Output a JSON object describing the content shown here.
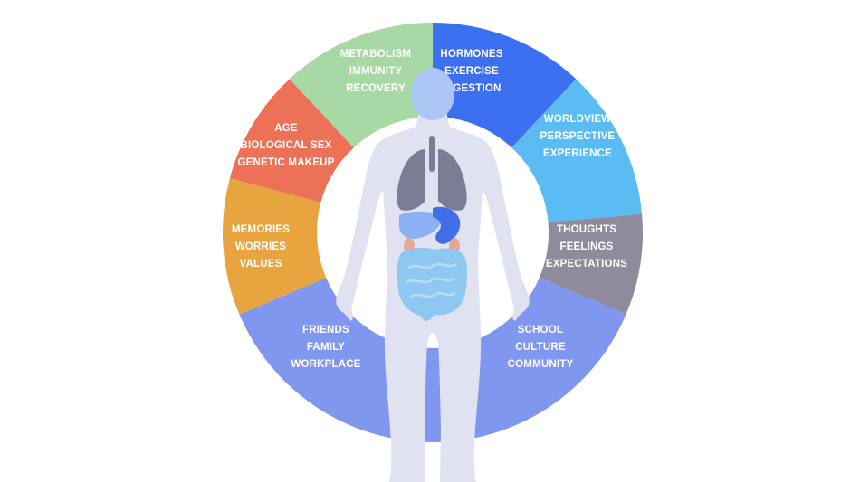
{
  "wheel": {
    "segments": [
      {
        "id": "metabolism",
        "lines": [
          "METABOLISM",
          "IMMUNITY",
          "RECOVERY"
        ],
        "color": "#a8d8a4"
      },
      {
        "id": "hormones",
        "lines": [
          "HORMONES",
          "EXERCISE",
          "DIGESTION"
        ],
        "color": "#3d6ff1"
      },
      {
        "id": "worldview",
        "lines": [
          "WORLDVIEW",
          "PERSPECTIVE",
          "EXPERIENCE"
        ],
        "color": "#5bbcf4"
      },
      {
        "id": "thoughts",
        "lines": [
          "THOUGHTS",
          "FEELINGS",
          "EXPECTATIONS"
        ],
        "color": "#8e8c9c"
      },
      {
        "id": "school",
        "lines": [
          "SCHOOL",
          "CULTURE",
          "COMMUNITY"
        ],
        "color": "#7f97ee"
      },
      {
        "id": "friends",
        "lines": [
          "FRIENDS",
          "FAMILY",
          "WORKPLACE"
        ],
        "color": "#7f97ee"
      },
      {
        "id": "memories",
        "lines": [
          "MEMORIES",
          "WORRIES",
          "VALUES"
        ],
        "color": "#e8a43e"
      },
      {
        "id": "age",
        "lines": [
          "AGE",
          "BIOLOGICAL SEX",
          "GENETIC MAKEUP"
        ],
        "color": "#ec7157"
      }
    ]
  },
  "body": {
    "colors": {
      "silhouette": "#e0e2f2",
      "head": "#a9c6f5",
      "lungs": "#7c7d95",
      "liver": "#8bb1f2",
      "stomach": "#3f6ee8",
      "kidney": "#e3a897",
      "intestine": "#8ec8f0"
    }
  }
}
